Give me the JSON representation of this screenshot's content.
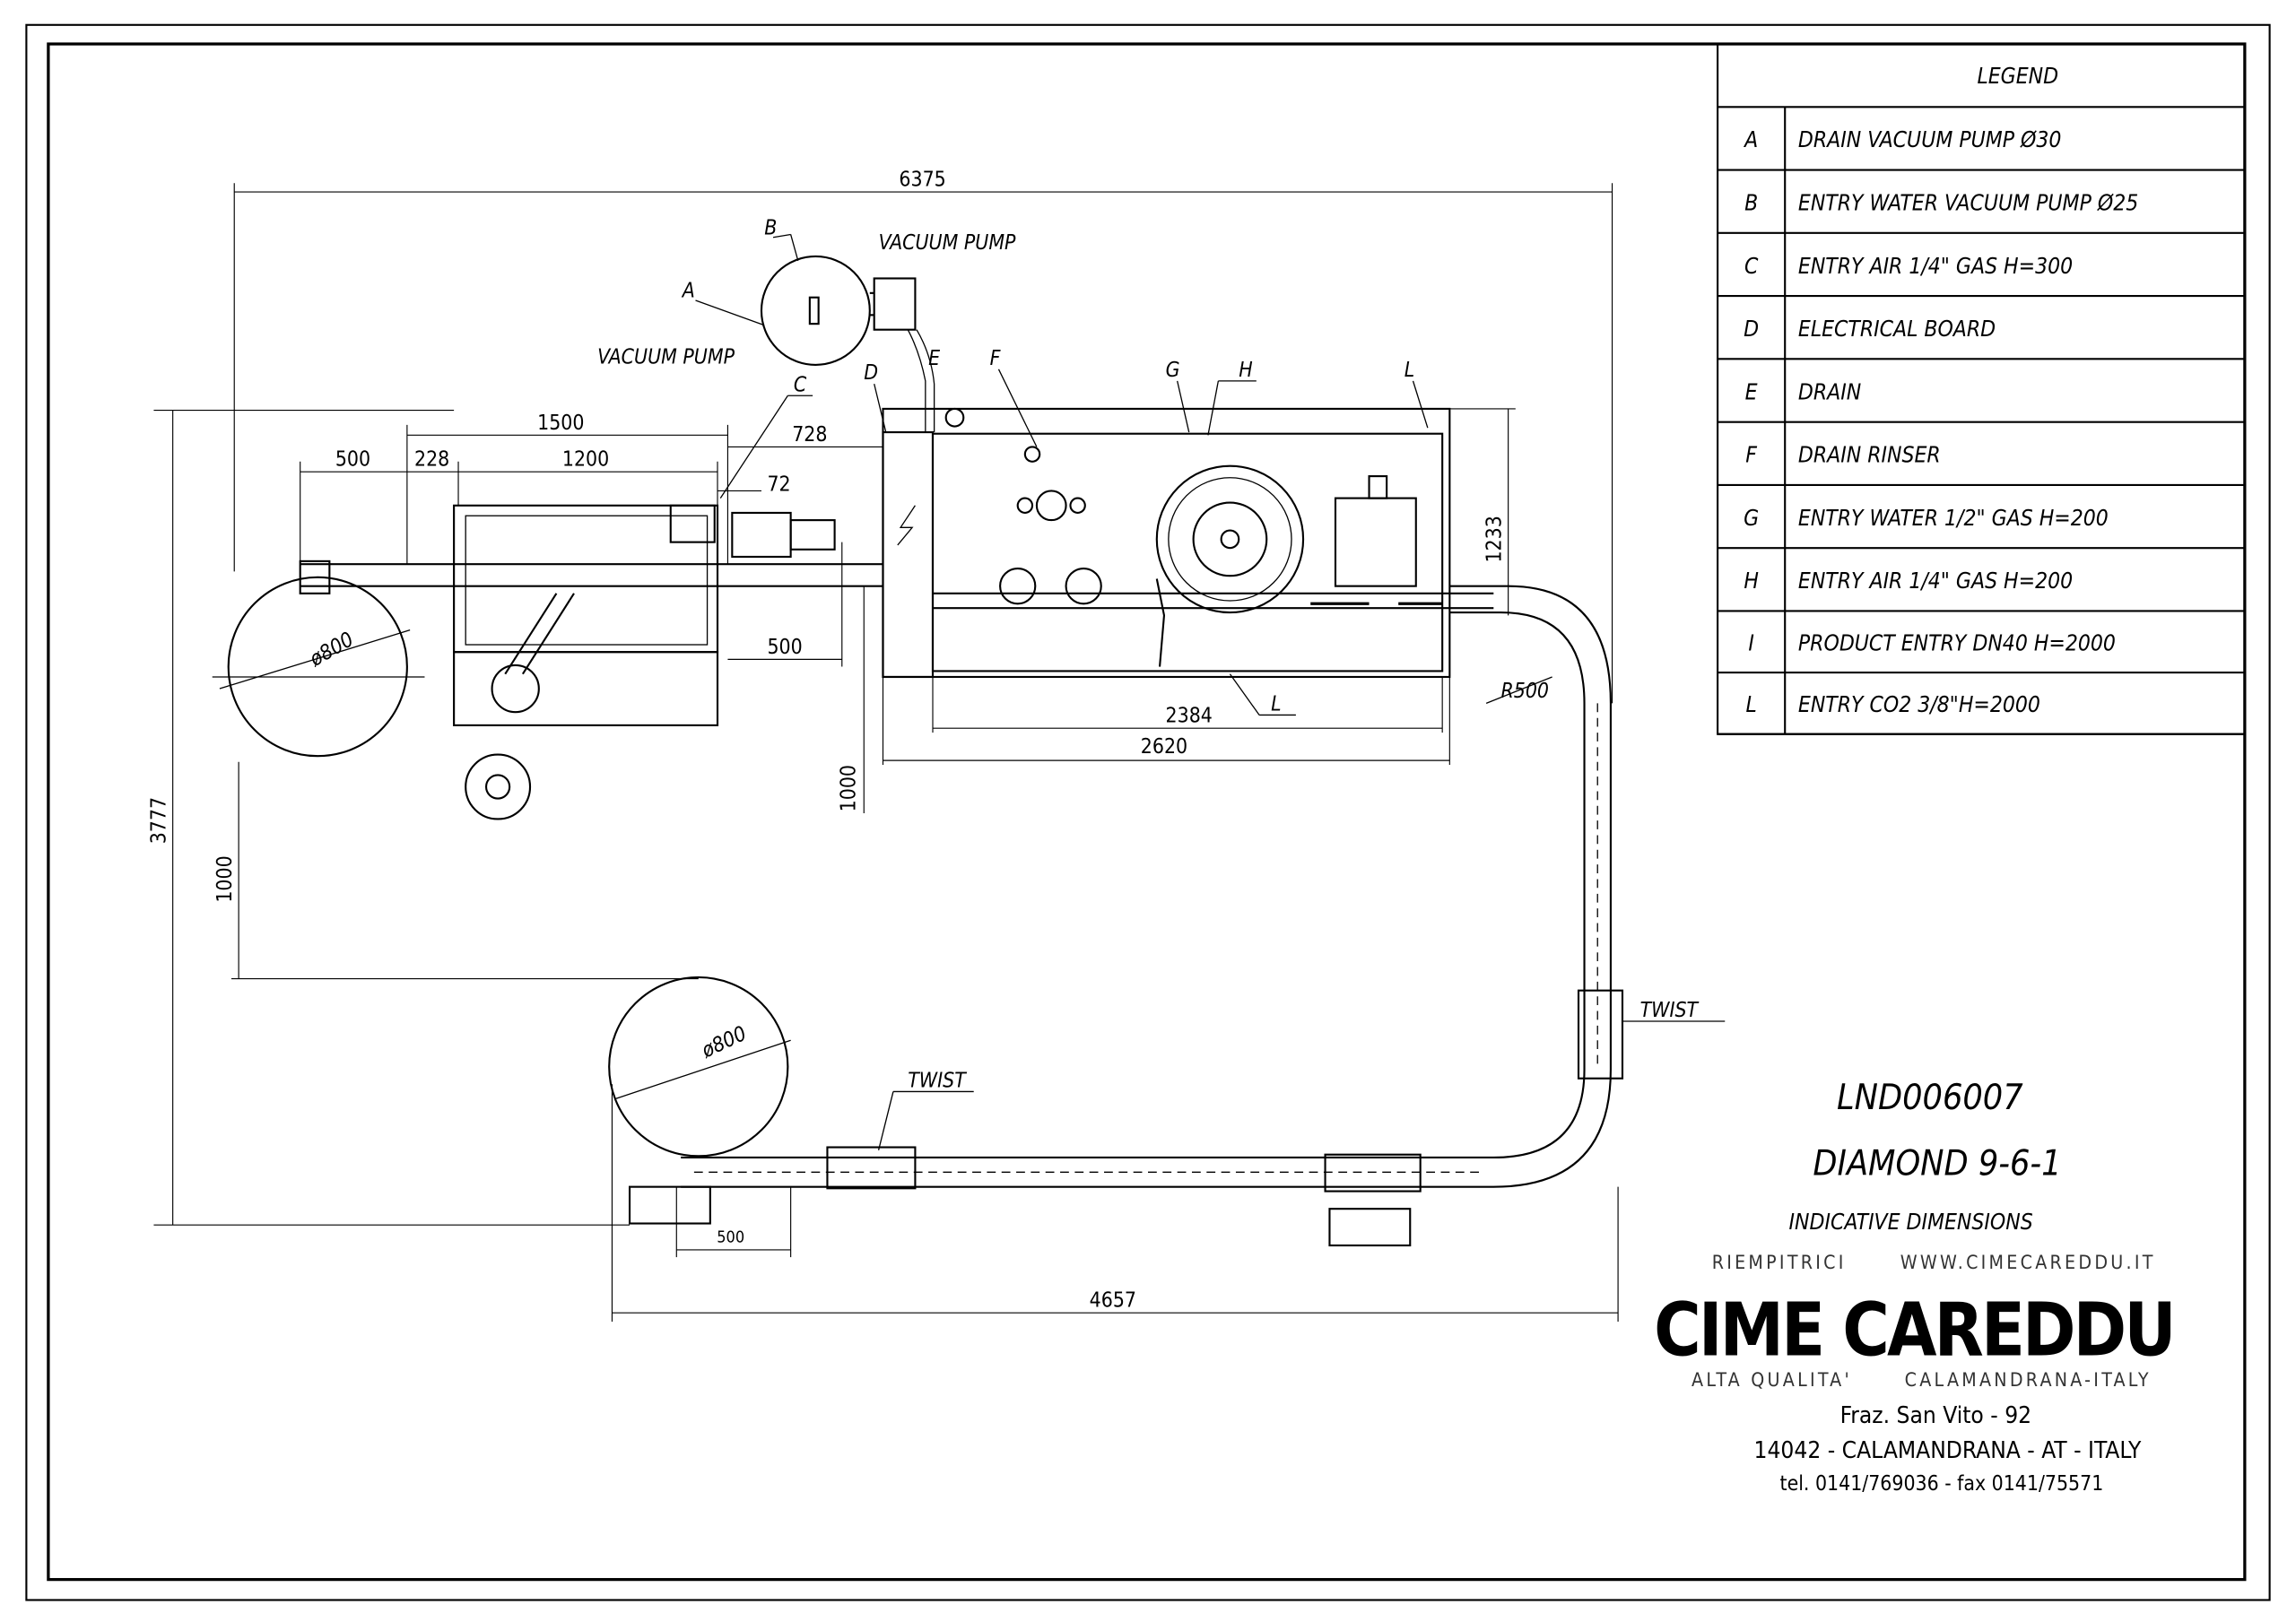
{
  "legend": {
    "title": "LEGEND",
    "rows": [
      {
        "key": "A",
        "text": "DRAIN VACUUM PUMP Ø30"
      },
      {
        "key": "B",
        "text": "ENTRY WATER VACUUM PUMP Ø25"
      },
      {
        "key": "C",
        "text": "ENTRY AIR 1/4\" GAS H=300"
      },
      {
        "key": "D",
        "text": "ELECTRICAL BOARD"
      },
      {
        "key": "E",
        "text": "DRAIN"
      },
      {
        "key": "F",
        "text": "DRAIN RINSER"
      },
      {
        "key": "G",
        "text": "ENTRY WATER 1/2\" GAS H=200"
      },
      {
        "key": "H",
        "text": "ENTRY AIR 1/4\" GAS H=200"
      },
      {
        "key": "I",
        "text": "PRODUCT ENTRY DN40 H=2000"
      },
      {
        "key": "L",
        "text": "ENTRY CO2 3/8\"H=2000"
      }
    ]
  },
  "labels": {
    "vacuum_pump_top": "VACUUM PUMP",
    "vacuum_pump_left": "VACUUM PUMP",
    "A": "A",
    "B": "B",
    "C": "C",
    "D": "D",
    "E": "E",
    "F": "F",
    "G": "G",
    "H": "H",
    "L_top": "L",
    "L_bottom": "L",
    "twist_right": "TWIST",
    "twist_bottom": "TWIST",
    "radius": "R500",
    "dia_upper": "ø800",
    "dia_lower": "ø800"
  },
  "dimensions": {
    "overall_width": "6375",
    "d1500": "1500",
    "d500_left": "500",
    "d228": "228",
    "d1200": "1200",
    "d728": "728",
    "d72": "72",
    "d500_mid": "500",
    "d2384": "2384",
    "d2620": "2620",
    "d1000_mid": "1000",
    "d1233": "1233",
    "d3777": "3777",
    "d1000_left": "1000",
    "d500_bottom": "500",
    "d4657": "4657"
  },
  "title_block": {
    "drawing_code": "LND006007",
    "model": "DIAMOND 9-6-1",
    "note": "INDICATIVE DIMENSIONS",
    "logo_top_left": "RIEMPITRICI",
    "logo_top_right": "WWW.CIMECAREDDU.IT",
    "logo_main": "CIME CAREDDU",
    "logo_bottom_left": "ALTA QUALITA'",
    "logo_bottom_right": "CALAMANDRANA-ITALY",
    "address_line1": "Fraz. San Vito - 92",
    "address_line2": "14042 - CALAMANDRANA - AT - ITALY",
    "address_line3": "tel. 0141/769036 - fax 0141/75571"
  }
}
